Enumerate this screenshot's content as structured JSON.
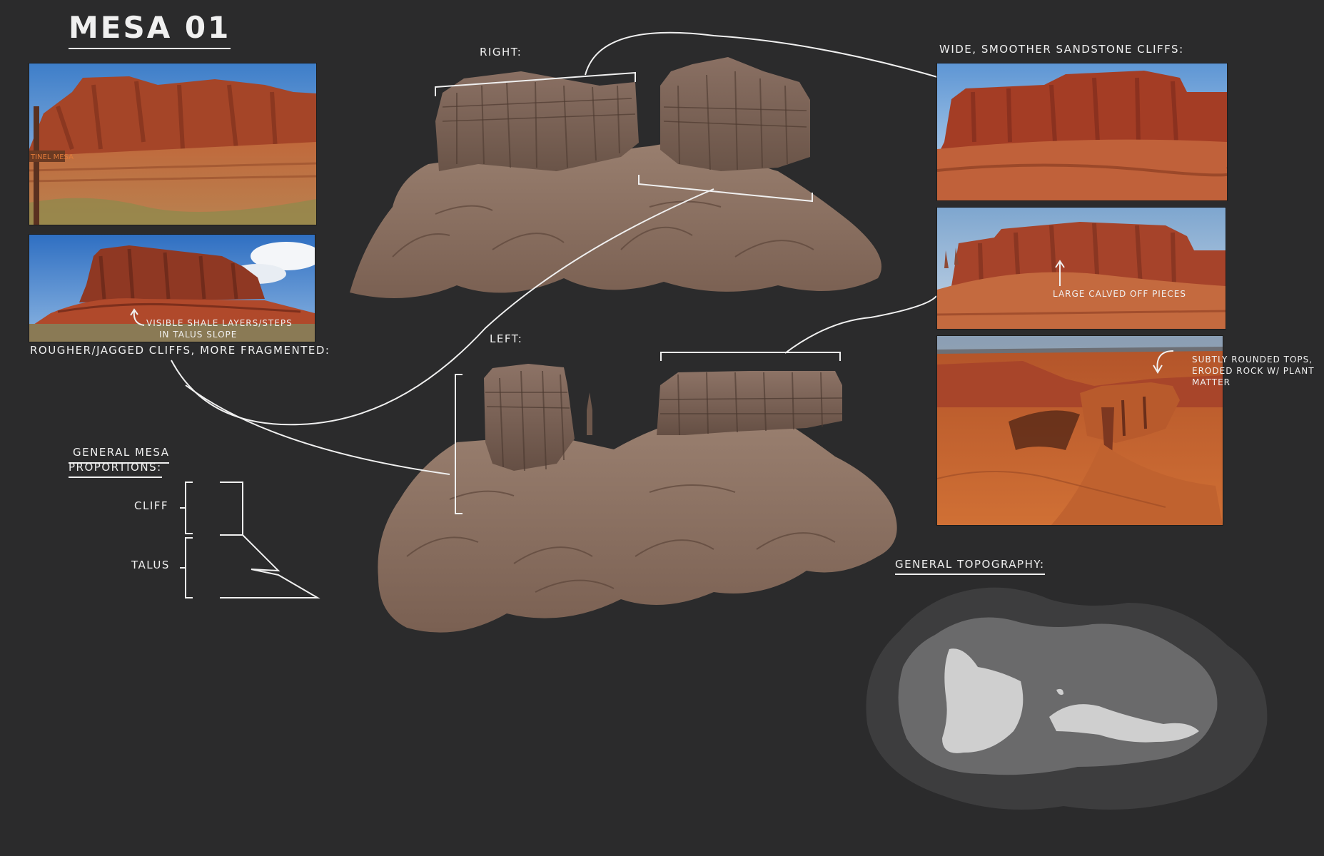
{
  "title": "MESA 01",
  "labels": {
    "right": "RIGHT:",
    "left": "LEFT:",
    "wide_cliffs": "WIDE, SMOOTHER SANDSTONE CLIFFS:",
    "rougher_cliffs": "ROUGHER/JAGGED CLIFFS, MORE FRAGMENTED:",
    "shale_note_1": "VISIBLE SHALE LAYERS/STEPS",
    "shale_note_2": "IN TALUS SLOPE",
    "calved_note": "LARGE CALVED OFF PIECES",
    "rounded_note_1": "SUBTLY ROUNDED TOPS,",
    "rounded_note_2": "ERODED ROCK W/ PLANT",
    "rounded_note_3": "MATTER",
    "proportions_1": "GENERAL MESA",
    "proportions_2": "PROPORTIONS:",
    "cliff": "CLIFF",
    "talus": "TALUS",
    "topography": "GENERAL TOPOGRAPHY:",
    "sign_text": "TINEL MESA"
  },
  "colors": {
    "background": "#2b2b2c",
    "ink": "#f0f0f0",
    "rock": "#8d7465",
    "rock_dark": "#6e5648",
    "sky": "#6f9fd8",
    "sandstone": "#b5452a",
    "topo_outer": "#3d3d3e",
    "topo_mid": "#6a6a6b",
    "topo_inner": "#cfcfcf"
  }
}
